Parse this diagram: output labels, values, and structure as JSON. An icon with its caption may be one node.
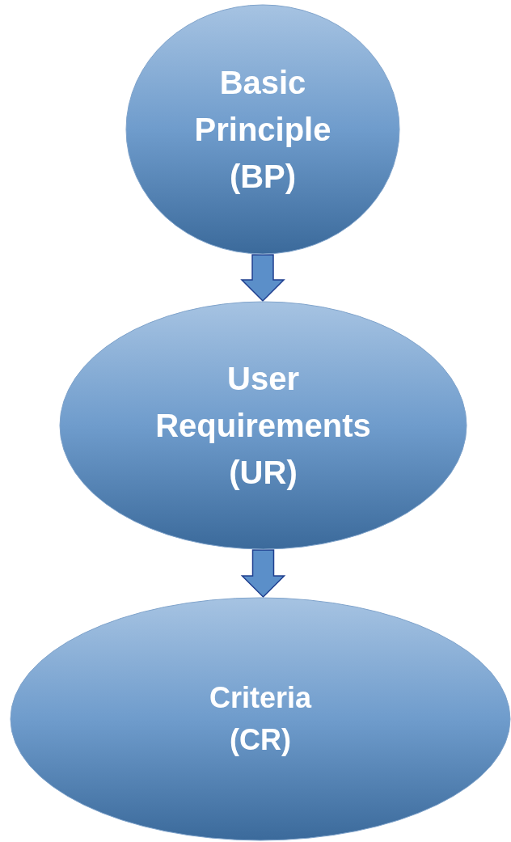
{
  "diagram": {
    "nodes": [
      {
        "text": [
          "Basic Principle (BP)"
        ]
      },
      {
        "text": [
          "User Requirements (UR)"
        ]
      },
      {
        "text": [
          "Criteria (CR)"
        ]
      }
    ],
    "edges": [
      {
        "from": 0,
        "to": 1,
        "arrow": "to"
      },
      {
        "from": 1,
        "to": 2,
        "arrow": "to"
      }
    ]
  }
}
